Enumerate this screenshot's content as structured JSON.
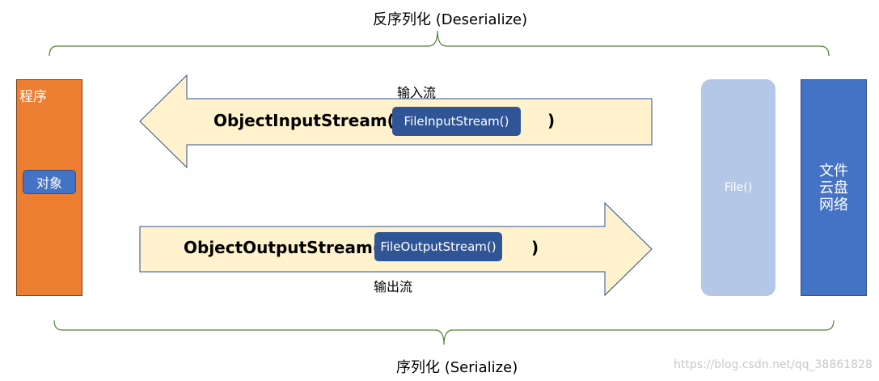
{
  "deserialize_label": "反序列化 (Deserialize)",
  "serialize_label": "序列化 (Serialize)",
  "program": {
    "title": "程序",
    "object": "对象"
  },
  "input": {
    "flow_label": "输入流",
    "stream": "ObjectInputStream(",
    "inner": "FileInputStream()",
    "close": ")"
  },
  "output": {
    "flow_label": "输出流",
    "stream": "ObjectOutputStream(",
    "inner": "FileOutputStream()",
    "close": ")"
  },
  "file_box": "File()",
  "storage": {
    "line1": "文件",
    "line2": "云盘",
    "line3": "网络"
  },
  "watermark": "https://blog.csdn.net/qq_38861828",
  "colors": {
    "program": "#ED7D31",
    "object": "#4472C4",
    "arrow_fill": "#FFF2CC",
    "arrow_stroke": "#2F528F",
    "inner_button": "#2F5597",
    "file_box": "#B4C7E7",
    "storage": "#4472C4",
    "brace": "#548235"
  }
}
